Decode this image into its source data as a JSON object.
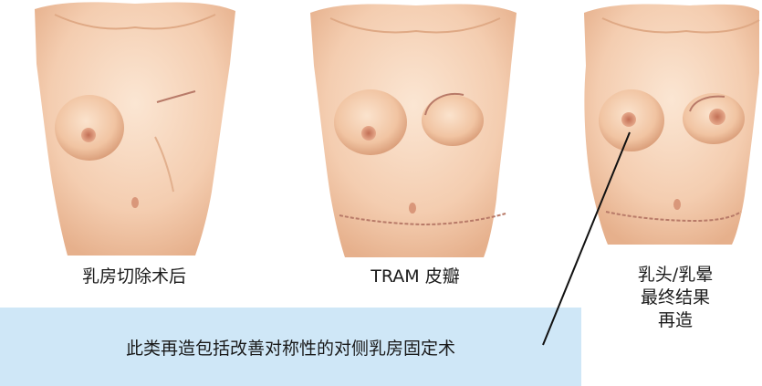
{
  "captions": {
    "mastectomy": "乳房切除术后",
    "tram": "TRAM 皮瓣",
    "nipple_line1": "乳头/乳晕",
    "nipple_line2": "最终结果",
    "nipple_line3": "再造"
  },
  "callout": {
    "text": "此类再造包括改善对称性的对侧乳房固定术"
  },
  "colors": {
    "skin_light": "#f8dcc3",
    "skin_mid": "#f0c3a2",
    "skin_shadow": "#d9a07c",
    "nipple": "#c97e62",
    "scar": "#b87a68",
    "callout_bg": "#cfe7f7"
  }
}
